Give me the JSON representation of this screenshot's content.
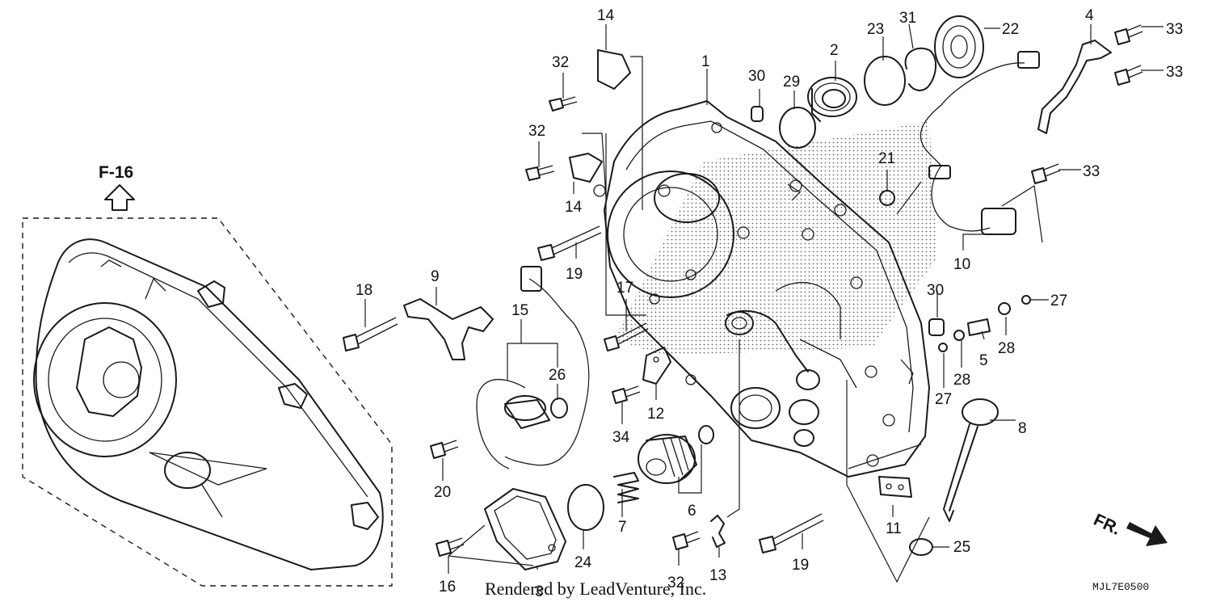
{
  "reference": "F-16",
  "front_label": "FR.",
  "credit": "Rendered by LeadVenture, Inc.",
  "diagram_code": "MJL7E0500",
  "callouts": [
    "1",
    "2",
    "4",
    "5",
    "6",
    "7",
    "8",
    "9",
    "10",
    "11",
    "12",
    "13",
    "14",
    "14",
    "15",
    "16",
    "17",
    "18",
    "19",
    "19",
    "20",
    "21",
    "22",
    "23",
    "24",
    "25",
    "26",
    "27",
    "27",
    "28",
    "28",
    "29",
    "30",
    "30",
    "31",
    "32",
    "32",
    "32",
    "33",
    "33",
    "33",
    "34",
    "3"
  ],
  "colors": {
    "ink": "#1a1a1a",
    "background": "#ffffff"
  }
}
